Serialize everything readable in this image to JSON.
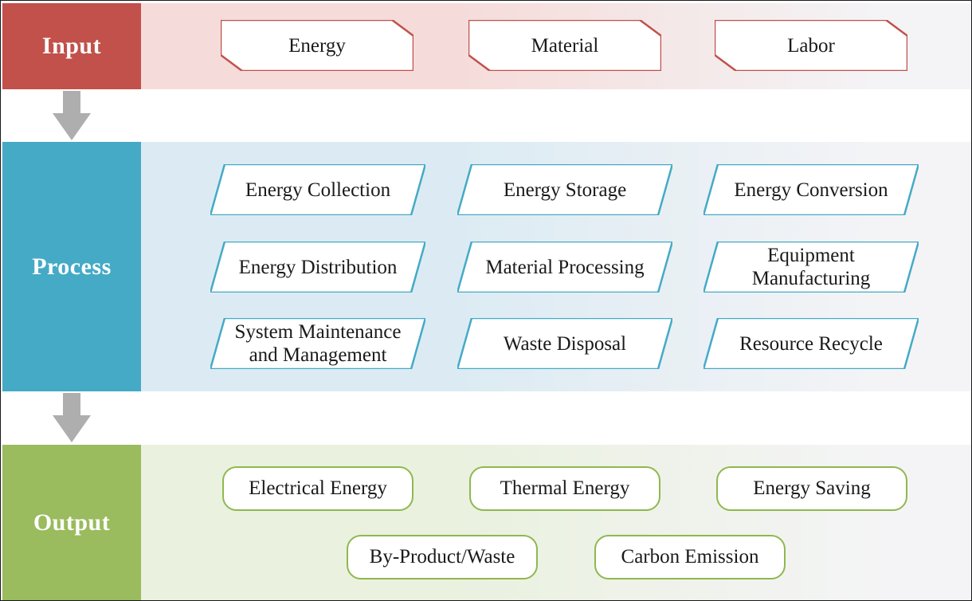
{
  "rows": {
    "input": {
      "label": "Input",
      "items": [
        "Energy",
        "Material",
        "Labor"
      ]
    },
    "process": {
      "label": "Process",
      "items": [
        "Energy Collection",
        "Energy Storage",
        "Energy Conversion",
        "Energy Distribution",
        "Material Processing",
        "Equipment Manufacturing",
        "System Maintenance and Management",
        "Waste Disposal",
        "Resource Recycle"
      ]
    },
    "output": {
      "label": "Output",
      "items": [
        "Electrical Energy",
        "Thermal Energy",
        "Energy Saving",
        "By-Product/Waste",
        "Carbon Emission"
      ]
    }
  },
  "colors": {
    "input_accent": "#C1514A",
    "input_band_start": "#F5DCDA",
    "process_accent": "#45AAC6",
    "process_band_start": "#DCEBF3",
    "output_accent": "#9ABB5E",
    "output_border": "#8FB84F",
    "band_end": "#F4F4F6",
    "arrow": "#AEAEAE",
    "shape_fill": "#FFFFFF",
    "text": "#1A1A1A"
  }
}
